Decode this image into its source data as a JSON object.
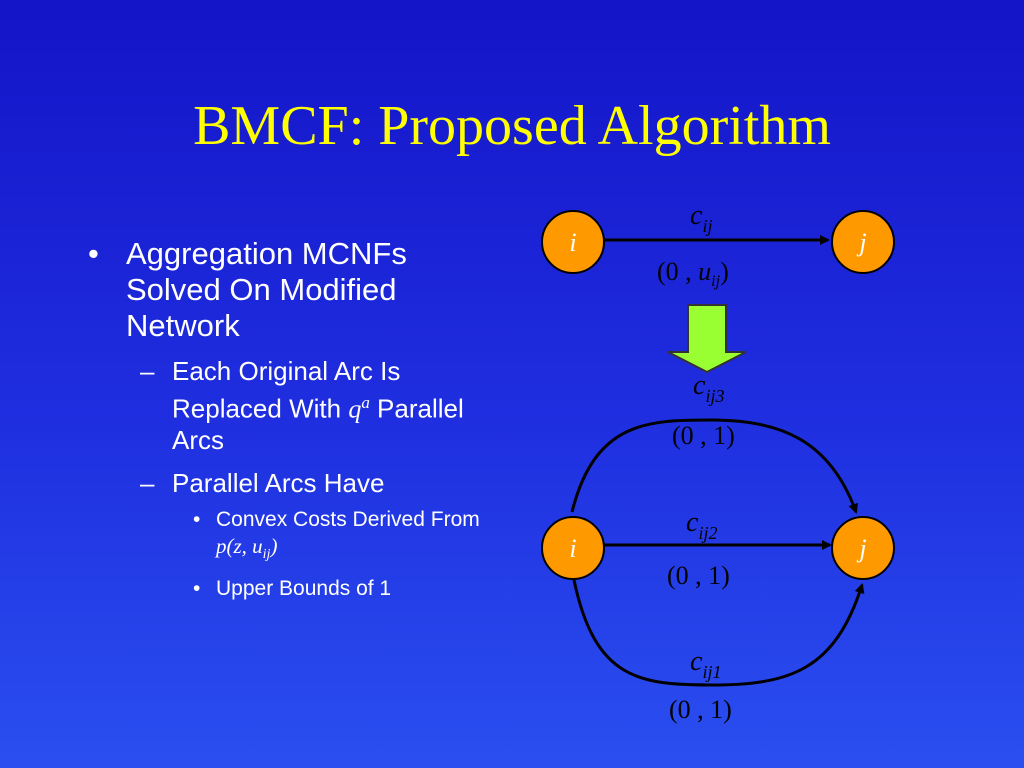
{
  "title": "BMCF: Proposed Algorithm",
  "bullets": {
    "main": {
      "mark": "•",
      "text": "Aggregation MCNFs Solved On Modified Network"
    },
    "sub1": {
      "mark": "–",
      "text_before": "Each Original Arc Is Replaced With ",
      "q": "q",
      "sup": "a",
      "text_after": " Parallel Arcs"
    },
    "sub2": {
      "mark": "–",
      "text": "Parallel Arcs Have"
    },
    "subsub1": {
      "mark": "•",
      "text_before": "Convex Costs Derived From ",
      "formula_pre": "p(z, u",
      "formula_sub": "ij",
      "formula_post": ")"
    },
    "subsub2": {
      "mark": "•",
      "text": "Upper Bounds of 1"
    }
  },
  "diagram": {
    "top": {
      "node_i": "i",
      "node_j": "j",
      "cost_base": "c",
      "cost_sub": "ij",
      "bound_pre": "(0 , ",
      "bound_var": "u",
      "bound_sub": "ij",
      "bound_post": ")"
    },
    "bottom": {
      "node_i": "i",
      "node_j": "j",
      "arcs": [
        {
          "cost_base": "c",
          "cost_sub": "ij3",
          "bound": "(0 , 1)"
        },
        {
          "cost_base": "c",
          "cost_sub": "ij2",
          "bound": "(0 , 1)"
        },
        {
          "cost_base": "c",
          "cost_sub": "ij1",
          "bound": "(0 , 1)"
        }
      ]
    },
    "colors": {
      "node_fill": "#ff9900",
      "arrow_fill": "#99ff33",
      "edge": "#000000"
    }
  }
}
